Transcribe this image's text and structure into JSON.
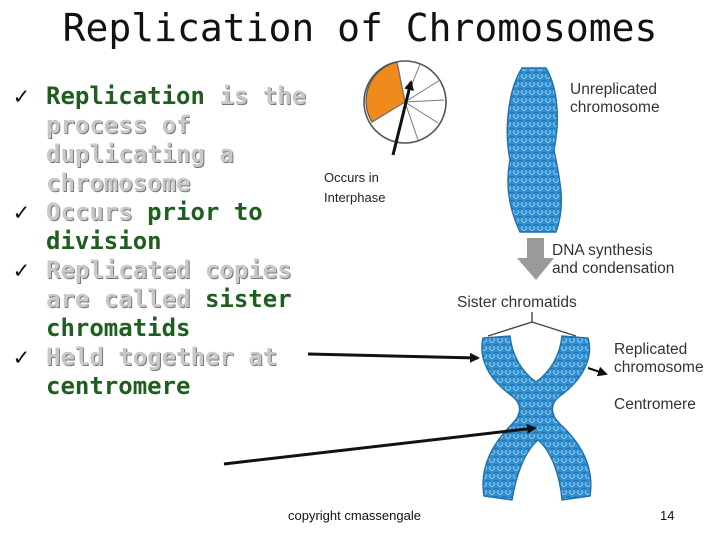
{
  "slide": {
    "title": "Replication of Chromosomes",
    "bullets": [
      {
        "parts": [
          "Replication",
          "is the process of duplicating a chromosome"
        ]
      },
      {
        "parts": [
          "Occurs",
          "prior to division"
        ]
      },
      {
        "parts": [
          "Replicated copies are called",
          "sister chromatids"
        ]
      },
      {
        "parts": [
          "Held together at",
          "centromere"
        ]
      }
    ],
    "note": [
      "Occurs in",
      "Interphase"
    ],
    "labels": {
      "unreplicated": [
        "Unreplicated",
        "chromosome"
      ],
      "synthesis": [
        "DNA synthesis",
        "and condensation"
      ],
      "sister": "Sister chromatids",
      "replicated": [
        "Replicated",
        "chromosome"
      ],
      "centromere": "Centromere"
    },
    "footer": "copyright cmassengale",
    "page_number": "14"
  },
  "colors": {
    "chromosome": "#2d8fd0",
    "arrow": "#9a9a9a",
    "cycle_highlight": "#f08a1c",
    "accent_green": "#1e5e1e"
  },
  "icons": [
    "check-icon",
    "cell-cycle-icon",
    "down-arrow-icon"
  ]
}
